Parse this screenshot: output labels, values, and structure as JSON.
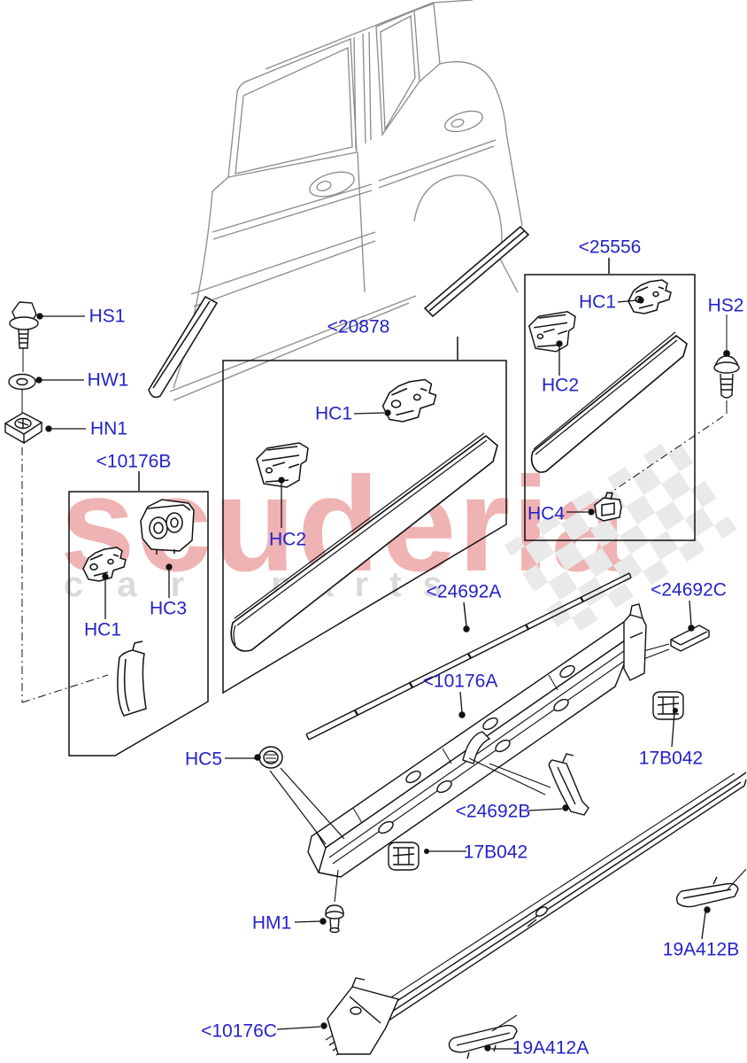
{
  "watermark": {
    "brand": "scuderia",
    "sub_left": "car",
    "sub_right": "parts"
  },
  "labels": {
    "hs1": "HS1",
    "hw1": "HW1",
    "hn1": "HN1",
    "hs2": "HS2",
    "hm1": "HM1",
    "hc1": "HC1",
    "hc2": "HC2",
    "hc3": "HC3",
    "hc4": "HC4",
    "hc5": "HC5",
    "group_10176b": "<10176B",
    "group_20878": "<20878",
    "group_25556": "<25556",
    "part_24692a": "<24692A",
    "part_24692b": "<24692B",
    "part_24692c": "<24692C",
    "part_10176a": "<10176A",
    "part_10176c": "<10176C",
    "part_17b042": "17B042",
    "part_19a412a": "19A412A",
    "part_19a412b": "19A412B"
  },
  "colors": {
    "label_blue": "#2323cb",
    "part_line": "#111111",
    "car_line": "#8a8a8a",
    "watermark_red": "#f0b3b3",
    "watermark_gray": "#dadada",
    "checker_gray": "#e9e9e9"
  }
}
